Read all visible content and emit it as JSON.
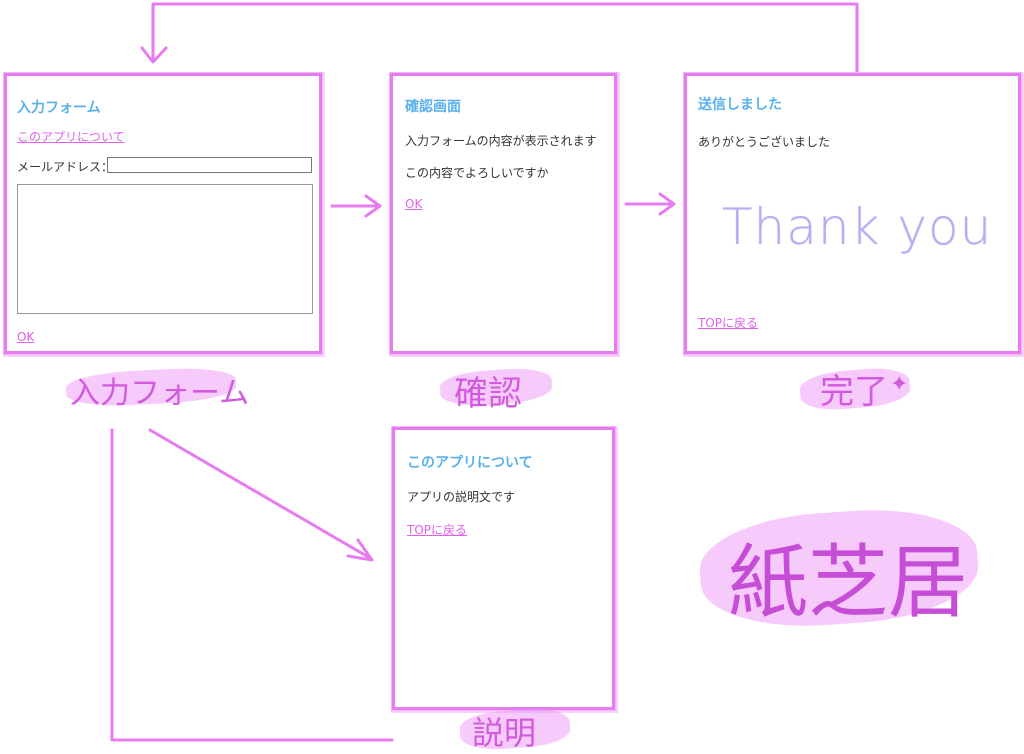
{
  "input_form": {
    "title": "入力フォーム",
    "about_link": "このアプリについて",
    "email_label": "メールアドレス：",
    "email_value": "",
    "message_value": "",
    "ok_link": "OK"
  },
  "confirm": {
    "title": "確認画面",
    "text1": "入力フォームの内容が表示されます",
    "text2": "この内容でよろしいですか",
    "ok_link": "OK"
  },
  "done": {
    "title": "送信しました",
    "text": "ありがとうございました",
    "thank_you": "Thank you",
    "top_link": "TOPに戻る"
  },
  "about": {
    "title": "このアプリについて",
    "text": "アプリの説明文です",
    "top_link": "TOPに戻る"
  },
  "labels": {
    "input_form": "入力フォーム",
    "confirm": "確認",
    "done": "完了",
    "about": "説明",
    "kamishibai": "紙芝居"
  },
  "colors": {
    "frame": "#e67cf0",
    "title": "#5ab0ea",
    "link": "#e060ec",
    "marker": "#ec8cf6"
  }
}
